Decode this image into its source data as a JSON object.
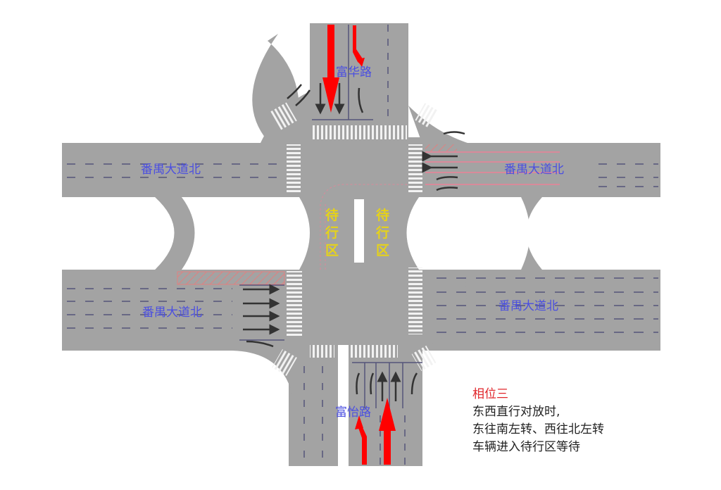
{
  "diagram": {
    "type": "intersection-signal-phase",
    "colors": {
      "road": "#a3a3a3",
      "lane_marking": "#55557a",
      "flow_arrow": "#ff0000",
      "lane_arrow": "#333333",
      "road_label": "#4b4fe0",
      "wait_zone_label": "#e6d21a",
      "hatch": "#e08080",
      "caption_title": "#e0262b",
      "caption_text": "#222222"
    },
    "roads": {
      "north": "富华路",
      "south": "富怡路",
      "west_upper": "番禺大道北",
      "east_upper": "番禺大道北",
      "west_lower": "番禺大道北",
      "east_lower": "番禺大道北"
    },
    "wait_zones": [
      {
        "label_chars": [
          "待",
          "行",
          "区"
        ]
      },
      {
        "label_chars": [
          "待",
          "行",
          "区"
        ]
      }
    ],
    "flow_arrows": [
      {
        "approach": "north",
        "movement": "straight-south"
      },
      {
        "approach": "north",
        "movement": "right-turn-to-west"
      },
      {
        "approach": "south",
        "movement": "straight-north"
      },
      {
        "approach": "south",
        "movement": "left-turn-into-wait-zone"
      }
    ]
  },
  "caption": {
    "title": "相位三",
    "lines": [
      "东西直行对放时,",
      "东往南左转、西往北左转",
      "车辆进入待行区等待"
    ]
  }
}
